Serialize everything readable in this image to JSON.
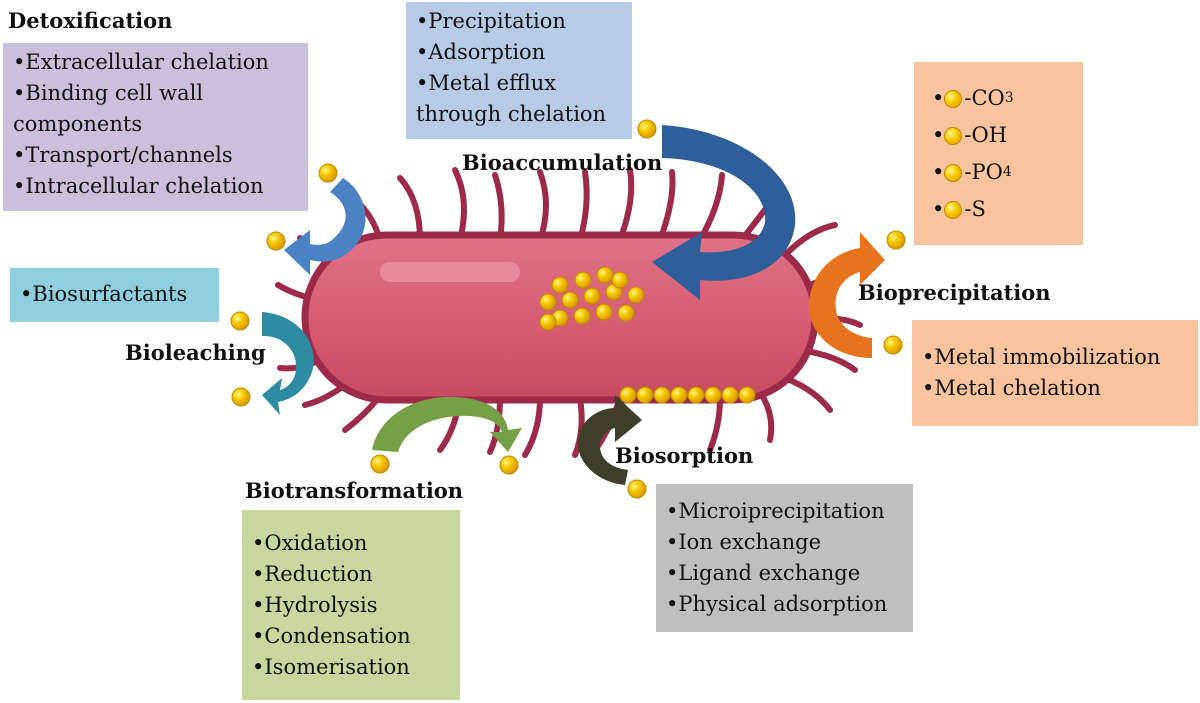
{
  "headings": {
    "detoxification": "Detoxification",
    "bioaccumulation": "Bioaccumulation",
    "bioprecipitation": "Bioprecipitation",
    "bioleaching": "Bioleaching",
    "biotransformation": "Biotransformation",
    "biosorption": "Biosorption"
  },
  "boxes": {
    "detoxification": [
      "Extracellular chelation",
      "Binding cell wall components",
      "Transport/channels",
      "Intracellular chelation"
    ],
    "bioaccumulation": [
      "Precipitation",
      "Adsorption",
      "Metal efflux through chelation"
    ],
    "bioleaching": [
      "Biosurfactants"
    ],
    "bioprecipitation": [
      "Metal immobilization",
      "Metal chelation"
    ],
    "biotransformation": [
      "Oxidation",
      "Reduction",
      "Hydrolysis",
      "Condensation",
      "Isomerisation"
    ],
    "biosorption": [
      "Microiprecipitation",
      "Ion exchange",
      "Ligand exchange",
      "Physical adsorption"
    ]
  },
  "groups": [
    {
      "base": "-CO",
      "sub": "3"
    },
    {
      "base": "-OH",
      "sub": ""
    },
    {
      "base": "-PO",
      "sub": "4"
    },
    {
      "base": "-S",
      "sub": ""
    }
  ],
  "colors": {
    "detox_box": "#cbbfdc",
    "bioacc_box": "#b7cbe6",
    "bioleach_box": "#8ecfdf",
    "bioprecip_box": "#f8c39d",
    "biotrans_box": "#c6d89e",
    "biosorp_box": "#bfbfbf",
    "bacterium_body": "#d85a72",
    "bacterium_outline": "#9e2a4a",
    "arrow_detox": "#4a82c4",
    "arrow_bioacc": "#2f5f9a",
    "arrow_bioprecip": "#e8731e",
    "arrow_bioleach": "#2d8ba3",
    "arrow_biotrans": "#76a046",
    "arrow_biosorp": "#3e3e2a",
    "metal_dot": "#f5c800"
  }
}
